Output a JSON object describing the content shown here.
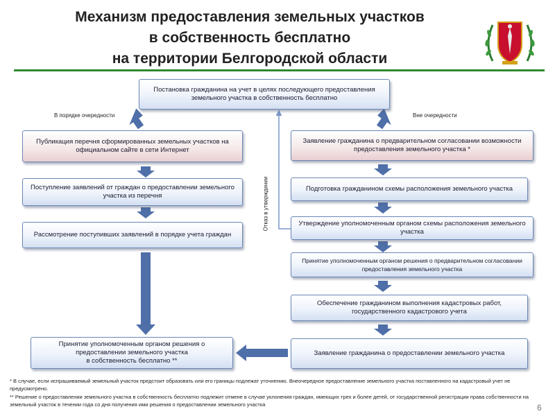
{
  "title": {
    "line1": "Механизм предоставления земельных участков",
    "line2": "в собственность бесплатно",
    "line3": "на территории  Белгородской области"
  },
  "emblem": {
    "icon": "coat-of-arms-icon",
    "colors": {
      "shield": "#c8102e",
      "wreath": "#2e7d32",
      "gold": "#d4a017"
    }
  },
  "top_box": "Постановка гражданина на учет в целях последующего предоставления земельного участка в собственность бесплатно",
  "left_branch_label": "В порядке очередности",
  "right_branch_label": "Вне очередности",
  "refusal_label": "Отказ в утверждении",
  "left_steps": [
    "Публикация перечня сформированных земельных участков на официальном сайте в сети Интернет",
    "Поступление заявлений от граждан о предоставлении земельного участка из перечня",
    "Рассмотрение поступивших заявлений в порядке учета граждан"
  ],
  "right_steps": [
    "Заявление гражданина о предварительном согласовании возможности предоставления земельного участка *",
    "Подготовка гражданином схемы расположения земельного участка",
    "Утверждение уполномоченным органом схемы расположения земельного участка",
    "Принятие уполномоченным органом решения  о предварительном согласовании предоставления земельного участка",
    "Обеспечение гражданином выполнения кадастровых работ, государственного кадастрового учета",
    "Заявление гражданина о предоставлении земельного участка"
  ],
  "final_box": {
    "line1": "Принятие уполномоченным органом решения о",
    "line2": "предоставлении земельного участка",
    "line3": "в собственность бесплатно **"
  },
  "footnotes": [
    "*   В случае, если испрашиваемый земельный участок предстоит образовать или его границы подлежат уточнению. Внеочередное предоставление земельного участка поставленного на кадастровый учет не предусмотрено.",
    "** Решение о предоставлении земельного участка в собственность бесплатно подлежит отмене в случае уклонения граждан, имеющих трех и более детей, от государственной регистрации права собственности на земельный участок в течении года со дня получения ими решения о предоставлении земельного участка"
  ],
  "page_number": "6",
  "colors": {
    "accent_rule": "#2e8b2e",
    "box_border": "#6b86b6",
    "arrow_fill": "#4f6fa8",
    "connector": "#7a96c8"
  }
}
